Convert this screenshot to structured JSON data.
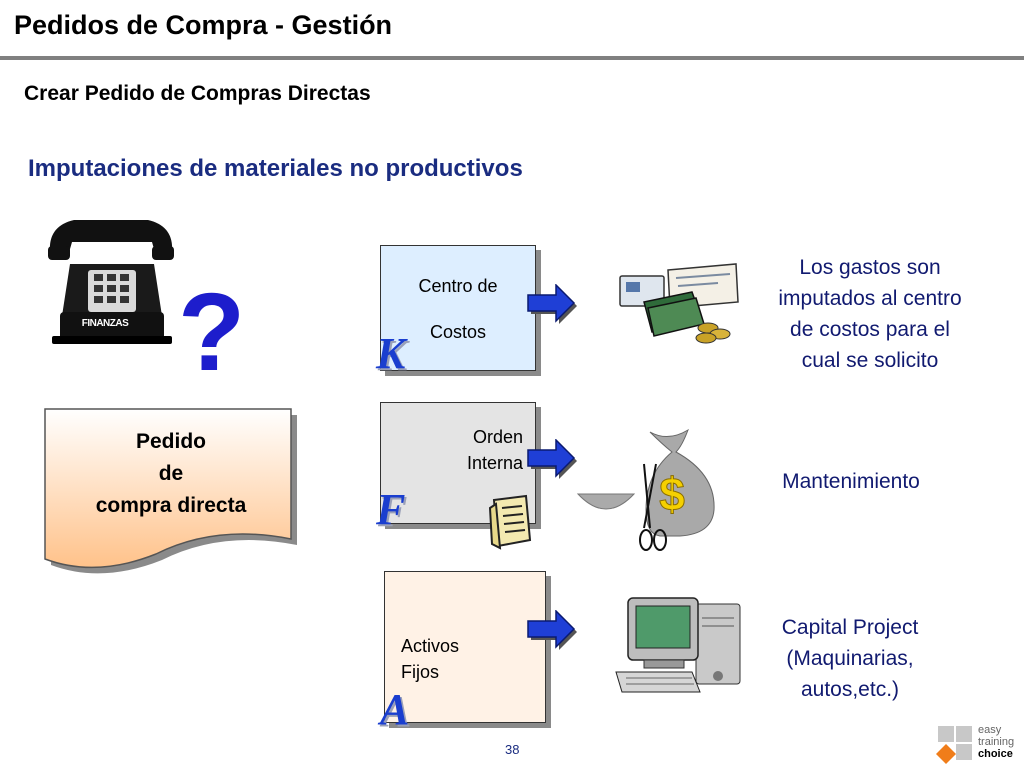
{
  "header": {
    "title": "Pedidos de Compra - Gestión",
    "subtitle": "Crear Pedido de Compras Directas"
  },
  "section": {
    "heading": "Imputaciones de materiales no productivos"
  },
  "phone": {
    "icon": "telephone-icon",
    "label": "FINANZAS"
  },
  "question": {
    "mark": "?"
  },
  "document": {
    "line1": "Pedido",
    "line2": "de",
    "line3": "compra directa"
  },
  "rows": [
    {
      "box_line1": "Centro de",
      "box_line2": "Costos",
      "letter": "K",
      "icon": "money-and-checks-icon",
      "desc_line1": "Los gastos son",
      "desc_line2": "imputados al centro",
      "desc_line3": "de costos para el",
      "desc_line4": "cual se solicito"
    },
    {
      "box_line1": "Orden",
      "box_line2": "Interna",
      "letter": "F",
      "icon": "money-bag-scissors-icon",
      "desc_line1": "Mantenimiento"
    },
    {
      "box_line1": "Activos",
      "box_line2": "Fijos",
      "letter": "A",
      "icon": "computer-icon",
      "desc_line1": "Capital Project",
      "desc_line2": "(Maquinarias,",
      "desc_line3": "autos,etc.)"
    }
  ],
  "footer": {
    "page_number": "38",
    "logo_line1": "easy",
    "logo_line2": "training",
    "logo_line3": "choice"
  },
  "colors": {
    "heading_blue": "#1a2c80",
    "letter_blue": "#1a3ecf",
    "arrow_blue": "#1f3fd6",
    "logo_orange": "#f07d1a"
  }
}
